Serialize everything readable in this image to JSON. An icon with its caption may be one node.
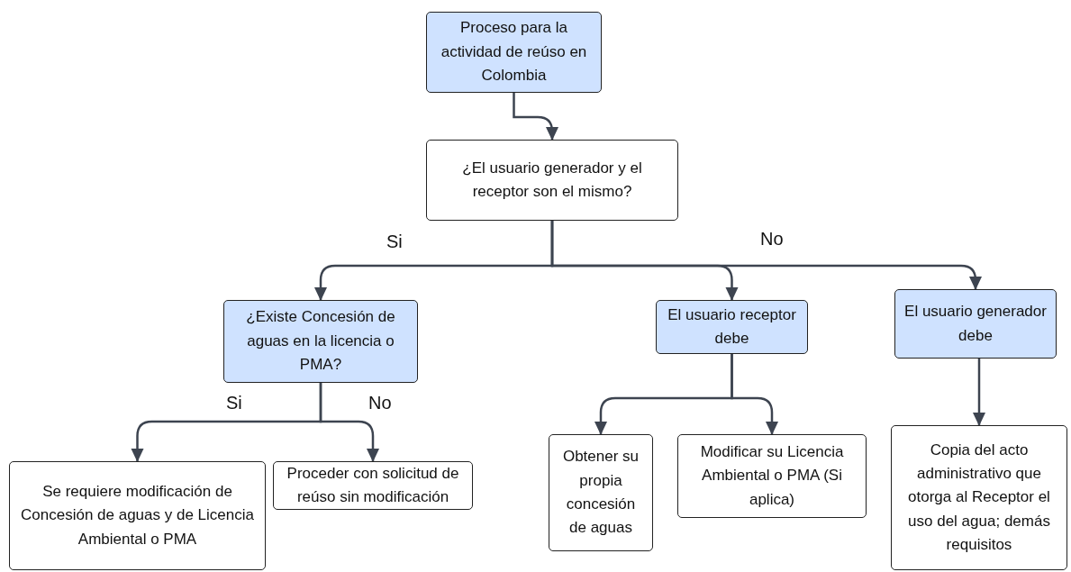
{
  "diagram": {
    "nodes": [
      {
        "text": [
          "Proceso para la actividad de reúso en Colombia"
        ]
      },
      {
        "text": [
          "¿El usuario generador y el receptor son el mismo?"
        ]
      },
      {
        "text": [
          "¿Existe Concesión de aguas en la licencia o PMA?"
        ]
      },
      {
        "text": [
          "El usuario receptor debe"
        ]
      },
      {
        "text": [
          "El usuario generador debe"
        ]
      },
      {
        "text": [
          "Se requiere modificación de Concesión de aguas y de Licencia Ambiental o PMA"
        ]
      },
      {
        "text": [
          "Proceder con solicitud de reúso sin modificación"
        ]
      },
      {
        "text": [
          "Obtener su propia concesión de aguas"
        ]
      },
      {
        "text": [
          "Modificar su Licencia Ambiental o PMA (Si aplica)"
        ]
      },
      {
        "text": [
          "Copia del acto administrativo que otorga al Receptor el uso del agua; demás requisitos"
        ]
      }
    ],
    "edges": [
      {
        "from": 0,
        "to": 1,
        "arrow": "to"
      },
      {
        "from": 1,
        "to": 2,
        "arrow": "to",
        "label": "Si"
      },
      {
        "from": 1,
        "to": 3,
        "arrow": "to"
      },
      {
        "from": 1,
        "to": 4,
        "arrow": "to",
        "label": "No"
      },
      {
        "from": 2,
        "to": 5,
        "arrow": "to",
        "label": "Si"
      },
      {
        "from": 2,
        "to": 6,
        "arrow": "to",
        "label": "No"
      },
      {
        "from": 3,
        "to": 7,
        "arrow": "to"
      },
      {
        "from": 3,
        "to": 8,
        "arrow": "to"
      },
      {
        "from": 4,
        "to": 9,
        "arrow": "to"
      }
    ]
  }
}
